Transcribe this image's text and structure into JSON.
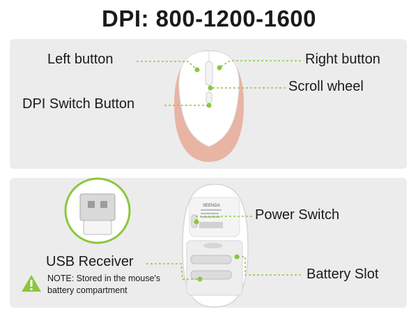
{
  "title": "DPI: 800-1200-1600",
  "labels": {
    "left_button": "Left button",
    "right_button": "Right button",
    "scroll_wheel": "Scroll wheel",
    "dpi_switch": "DPI Switch Button",
    "power_switch": "Power Switch",
    "usb_receiver": "USB Receiver",
    "battery_slot": "Battery Slot"
  },
  "note": {
    "line1": "NOTE: Stored in the mouse's",
    "line2": "battery compartment"
  },
  "brand_text": "SEENDA",
  "colors": {
    "accent": "#8cc63f",
    "rose_gold": "#e8b4a4",
    "panel": "#ececec",
    "warning": "#8cc63f"
  },
  "icons": [
    "mouse-top-image",
    "mouse-bottom-image",
    "usb-receiver-image",
    "warning-icon"
  ]
}
